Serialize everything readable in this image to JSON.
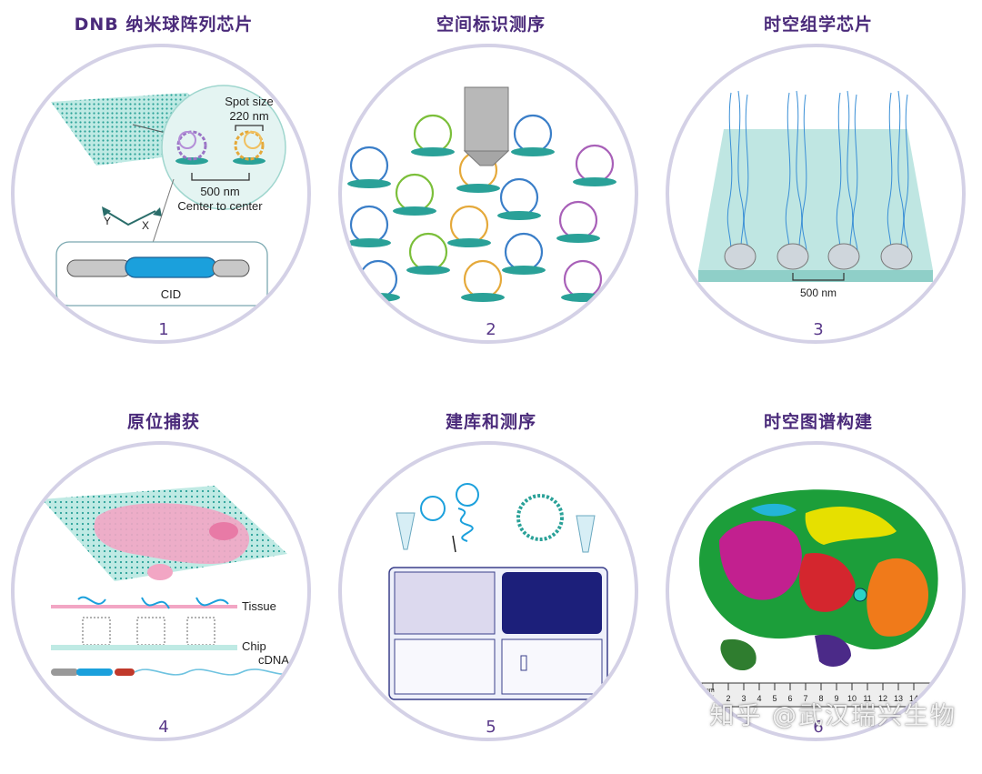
{
  "panels": [
    {
      "title": "DNB 纳米球阵列芯片",
      "number": "1",
      "labels": {
        "spot_size": "Spot size",
        "spot_value": "220 nm",
        "pitch": "500 nm",
        "pitch_sub": "Center to center",
        "axis_x": "X",
        "axis_y": "Y",
        "cid": "CID"
      }
    },
    {
      "title": "空间标识测序",
      "number": "2"
    },
    {
      "title": "时空组学芯片",
      "number": "3",
      "labels": {
        "pitch": "500 nm"
      }
    },
    {
      "title": "原位捕获",
      "number": "4",
      "labels": {
        "tissue": "Tissue",
        "chip": "Chip",
        "cdna": "cDNA"
      }
    },
    {
      "title": "建库和测序",
      "number": "5"
    },
    {
      "title": "时空图谱构建",
      "number": "6",
      "labels": {
        "ruler_unit": "mm",
        "ruler_ticks": [
          "1",
          "2",
          "3",
          "4",
          "5",
          "6",
          "7",
          "8",
          "9",
          "10",
          "11",
          "12",
          "13",
          "14"
        ]
      }
    }
  ],
  "watermark": "知乎 @武汉瑞兴生物",
  "colors": {
    "title": "#4a2a7a",
    "circle_border": "#d4d1e6",
    "teal": "#3fbfb0",
    "blue": "#2e7fc8",
    "navy": "#1c1f7a"
  }
}
